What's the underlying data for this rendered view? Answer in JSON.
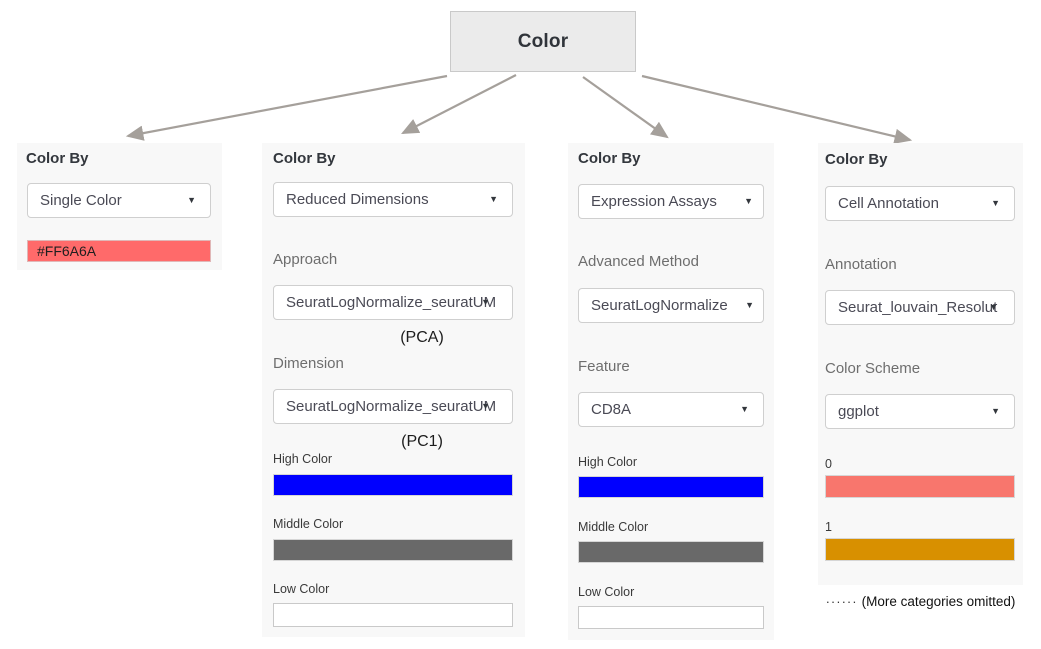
{
  "root_node": {
    "label": "Color"
  },
  "icons": {
    "chevron_down": "▼"
  },
  "panel_single_color": {
    "header": "Color By",
    "dropdown_value": "Single Color",
    "swatch_text": "#FF6A6A",
    "swatch_color": "#FF6A6A"
  },
  "panel_reduced_dimensions": {
    "header": "Color By",
    "dropdown_value": "Reduced Dimensions",
    "approach_label": "Approach",
    "approach_value": "SeuratLogNormalize_seuratUM",
    "approach_note": "(PCA)",
    "dimension_label": "Dimension",
    "dimension_value": "SeuratLogNormalize_seuratUM",
    "dimension_note": "(PC1)",
    "high_label": "High Color",
    "high_color": "#0000FF",
    "middle_label": "Middle Color",
    "middle_color": "#696969",
    "low_label": "Low Color",
    "low_color": "#FFFFFF"
  },
  "panel_expression_assays": {
    "header": "Color By",
    "dropdown_value": "Expression Assays",
    "method_label": "Advanced Method",
    "method_value": "SeuratLogNormalize",
    "feature_label": "Feature",
    "feature_value": "CD8A",
    "high_label": "High Color",
    "high_color": "#0000FF",
    "middle_label": "Middle Color",
    "middle_color": "#696969",
    "low_label": "Low Color",
    "low_color": "#FFFFFF"
  },
  "panel_cell_annotation": {
    "header": "Color By",
    "dropdown_value": "Cell Annotation",
    "annotation_label": "Annotation",
    "annotation_value": "Seurat_louvain_Resolut",
    "scheme_label": "Color Scheme",
    "scheme_value": "ggplot",
    "categories": [
      {
        "label": "0",
        "color": "#F8766D"
      },
      {
        "label": "1",
        "color": "#D89000"
      }
    ],
    "footnote_dots": "······",
    "footnote_text": "(More categories omitted)"
  },
  "colors": {
    "arrow": "#a5a09b",
    "panel_background": "#f8f8f8",
    "root_background": "#ebebeb"
  }
}
